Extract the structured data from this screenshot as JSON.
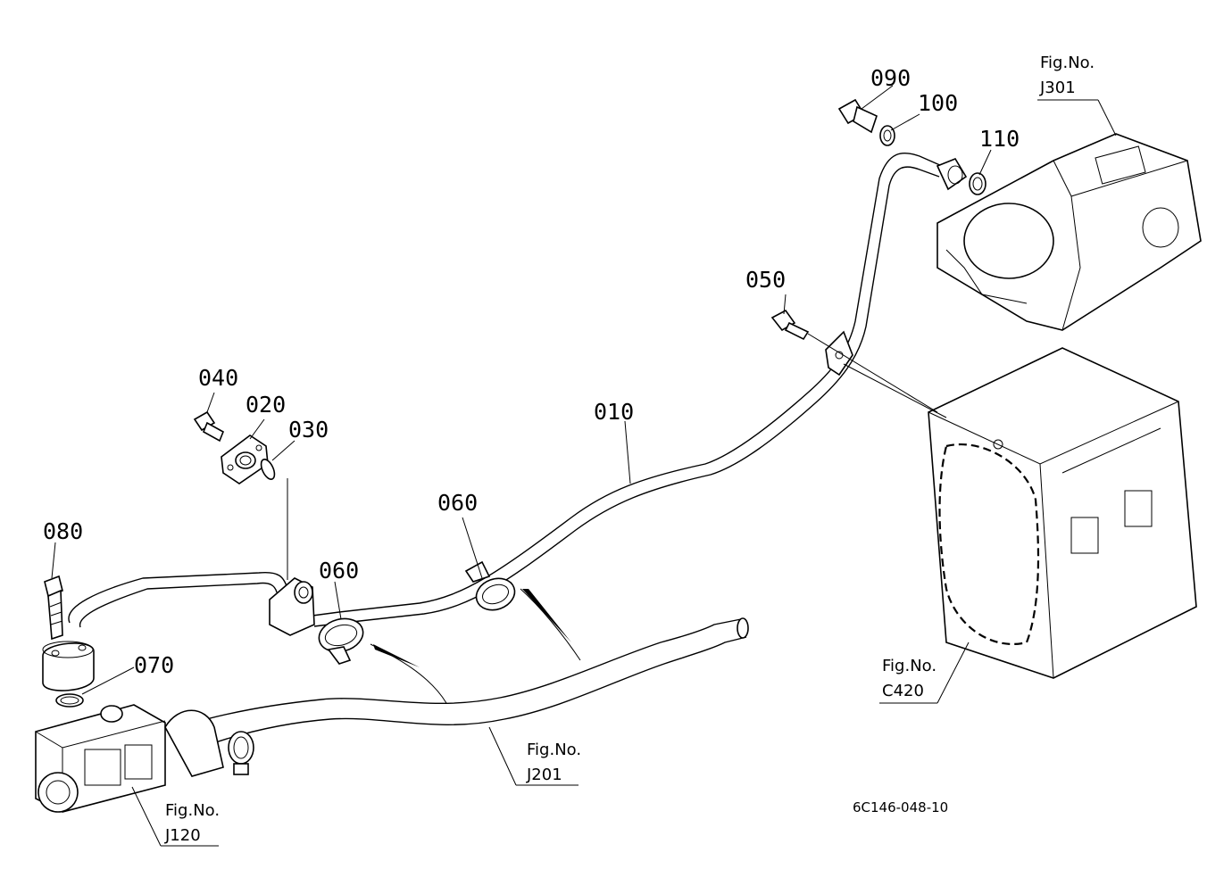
{
  "part_labels": {
    "p010": "010",
    "p020": "020",
    "p030": "030",
    "p040": "040",
    "p050": "050",
    "p060a": "060",
    "p060b": "060",
    "p070": "070",
    "p080": "080",
    "p090": "090",
    "p100": "100",
    "p110": "110"
  },
  "figure_refs": {
    "j301": {
      "title": "Fig.No.",
      "code": "J301"
    },
    "c420": {
      "title": "Fig.No.",
      "code": "C420"
    },
    "j201": {
      "title": "Fig.No.",
      "code": "J201"
    },
    "j120": {
      "title": "Fig.No.",
      "code": "J120"
    }
  },
  "drawing_number": "6C146-048-10"
}
